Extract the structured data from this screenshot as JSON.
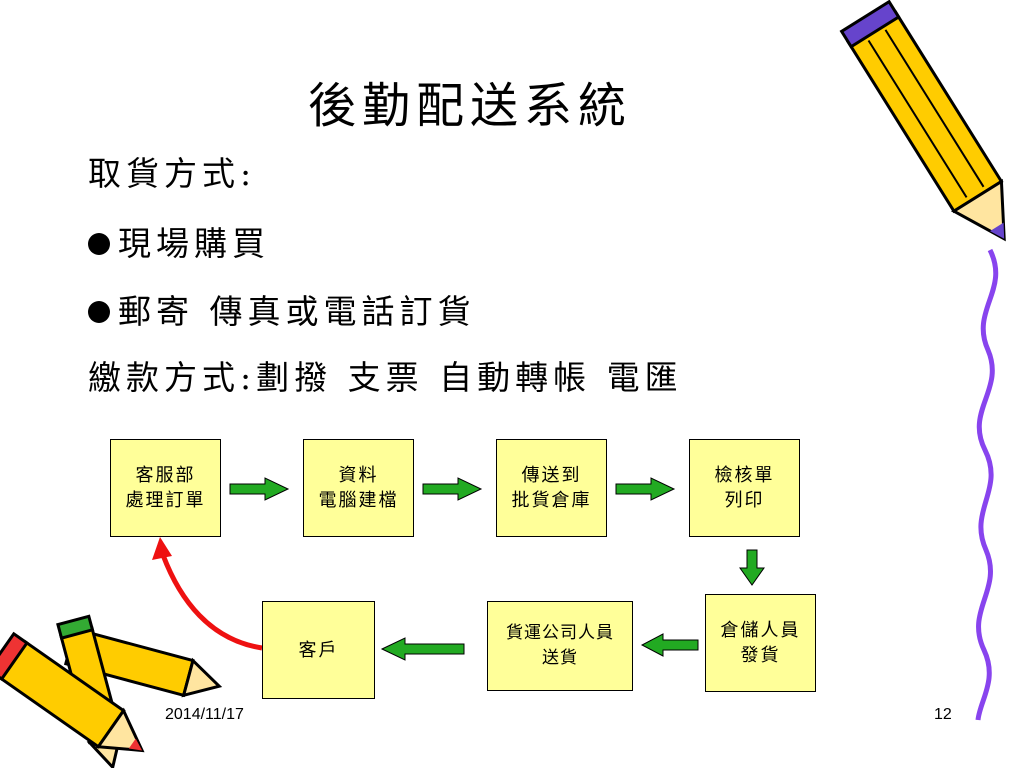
{
  "slide": {
    "title": "後勤配送系統",
    "line1": "取貨方式:",
    "bullets": [
      "現場購買",
      "郵寄 傳真或電話訂貨"
    ],
    "line4": "繳款方式:劃撥 支票 自動轉帳 電匯"
  },
  "flow": {
    "boxes": [
      {
        "l1": "客服部",
        "l2": "處理訂單"
      },
      {
        "l1": "資料",
        "l2": "電腦建檔"
      },
      {
        "l1": "傳送到",
        "l2": "批貨倉庫"
      },
      {
        "l1": "檢核單",
        "l2": "列印"
      },
      {
        "l1": "倉儲人員",
        "l2": "發貨"
      },
      {
        "l1": "貨運公司人員",
        "l2": "送貨"
      },
      {
        "l1": "客戶",
        "l2": ""
      }
    ]
  },
  "footer": {
    "date": "2014/11/17",
    "page": "12"
  },
  "colors": {
    "box_fill": "#ffff99",
    "arrow_green": "#22aa22",
    "return_arrow": "#ee1111",
    "squiggle": "#8844ee"
  }
}
